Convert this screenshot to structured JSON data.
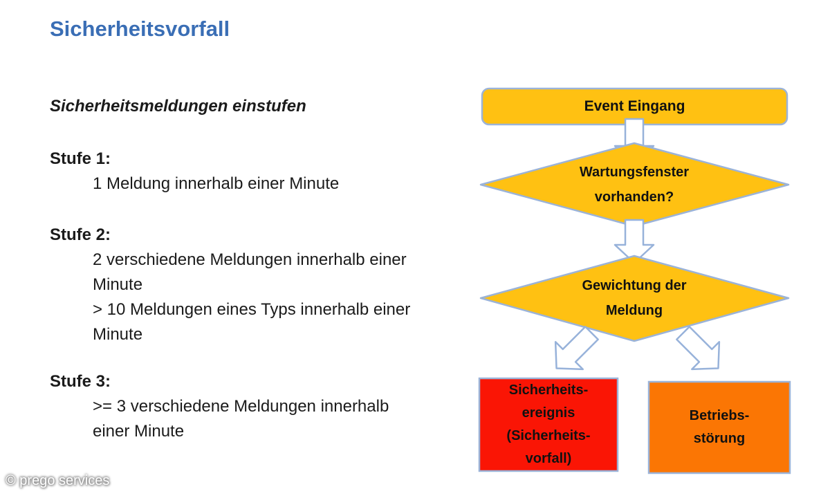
{
  "slide": {
    "title": "Sicherheitsvorfall",
    "subtitle": "Sicherheitsmeldungen einstufen",
    "footer": "© prego services"
  },
  "levels": [
    {
      "heading": "Stufe 1:",
      "body": "1 Meldung innerhalb einer Minute"
    },
    {
      "heading": "Stufe 2:",
      "body": "2 verschiedene Meldungen innerhalb einer\nMinute\n> 10 Meldungen eines Typs innerhalb einer\nMinute"
    },
    {
      "heading": "Stufe 3:",
      "body": ">= 3 verschiedene Meldungen innerhalb\neiner Minute"
    }
  ],
  "flowchart": {
    "start": "Event Eingang",
    "decision1": "Wartungsfenster\nvorhanden?",
    "decision2": "Gewichtung der\nMeldung",
    "outcome_left": "Sicherheits-\nereignis\n(Sicherheits-\nvorfall)",
    "outcome_right": "Betriebs-\nstörung",
    "colors": {
      "node_fill": "#FFC112",
      "node_border": "#9BB3D8",
      "arrow_fill": "#FFFFFF",
      "arrow_border": "#97B2DA",
      "outcome_left_fill": "#FA1505",
      "outcome_right_fill": "#FB7604"
    }
  },
  "colors": {
    "title": "#3A6EB5",
    "text": "#1B1B1B",
    "background": "#FFFFFF"
  }
}
